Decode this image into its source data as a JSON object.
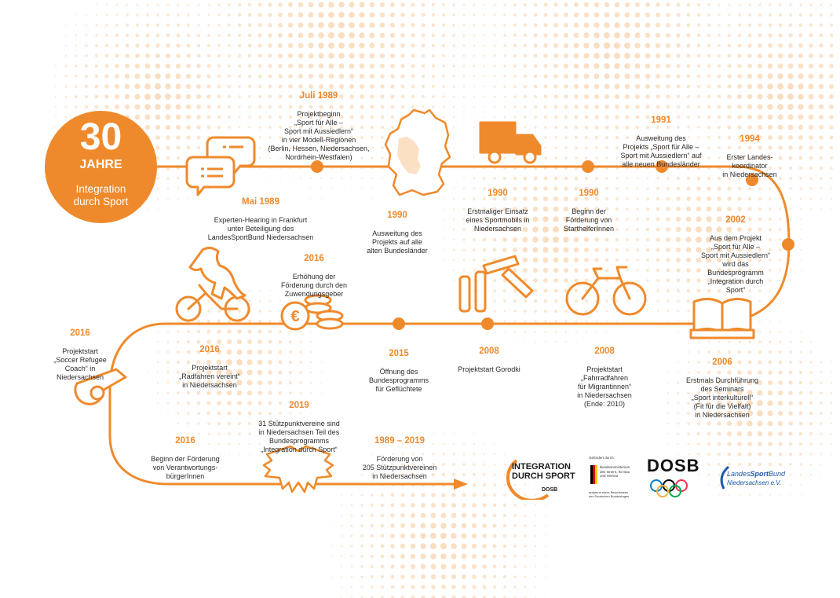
{
  "badge": {
    "number": "30",
    "unit": "JAHRE",
    "subtitle": "Integration\ndurch Sport"
  },
  "events": [
    {
      "id": "juli1989",
      "year": "Juli 1989",
      "text": "Projektbeginn\n„Sport für Alle –\nSport mit Aussiedlern“\nin vier Modell-Regionen\n(Berlin, Hessen, Niedersachsen,\nNordrhein-Westfalen)"
    },
    {
      "id": "mai1989",
      "year": "Mai 1989",
      "text": "Experten-Hearing in Frankfurt\nunter Beteiligung des\nLandesSportBund Niedersachsen"
    },
    {
      "id": "1990a",
      "year": "1990",
      "text": "Ausweitung des\nProjekts auf alle\nalten Bundesländer"
    },
    {
      "id": "1990b",
      "year": "1990",
      "text": "Erstmaliger Einsatz\neines Sportmobils in\nNiedersachsen"
    },
    {
      "id": "1990c",
      "year": "1990",
      "text": "Beginn der\nFörderung von\nStarthelferInnen"
    },
    {
      "id": "1991",
      "year": "1991",
      "text": "Ausweitung des\nProjekts „Sport für Alle –\nSport mit Aussiedlern“ auf\nalle neuen Bundesländer"
    },
    {
      "id": "1994",
      "year": "1994",
      "text": "Erster Landes-\nkoordinator\nin Niedersachsen"
    },
    {
      "id": "2002",
      "year": "2002",
      "text": "Aus dem Projekt\n„Sport für Alle –\nSport mit Aussiedlern“\nwird das\nBundesprogramm\n„Integration durch\nSport“"
    },
    {
      "id": "2006",
      "year": "2006",
      "text": "Erstmals Durchführung\ndes Seminars\n„Sport interkulturell“\n(Fit für die Vielfalt)\nin Niedersachsen"
    },
    {
      "id": "2008b",
      "year": "2008",
      "text": "Projektstart\n„Fahrradfahren\nfür Migrantinnen“\nin Niedersachsen\n(Ende: 2010)"
    },
    {
      "id": "2008a",
      "year": "2008",
      "text": "Projektstart Gorodki"
    },
    {
      "id": "2015",
      "year": "2015",
      "text": "Öffnung des\nBundesprogramms\nfür Geflüchtete"
    },
    {
      "id": "2016a",
      "year": "2016",
      "text": "Erhöhung der\nFörderung durch den\nZuwendungsgeber"
    },
    {
      "id": "2016b",
      "year": "2016",
      "text": "Projektstart\n„Radfahren vereint“\nin Niedersachsen"
    },
    {
      "id": "2016c",
      "year": "2016",
      "text": "Projektstart\n„Soccer Refugee\nCoach“ in\nNiedersachsen"
    },
    {
      "id": "2016d",
      "year": "2016",
      "text": "Beginn der Förderung\nvon Verantwortungs-\nbürgerInnen"
    },
    {
      "id": "2019",
      "year": "2019",
      "text": "31 Stützpunktvereine sind\nin Niedersachsen Teil des\nBundesprogramms\n„Integration durch Sport“"
    },
    {
      "id": "1989-2019",
      "year": "1989 – 2019",
      "text": "Förderung von\n205 Stützpunktvereinen\nin Niedersachsen"
    }
  ],
  "logos": {
    "ids_line1": "INTEGRATION",
    "ids_line2": "DURCH SPORT",
    "ids_dosb": "DOSB",
    "bmi_header": "Gefördert durch:",
    "bmi_name": "Bundesministerium\ndes Innern, für Bau\nund Heimat",
    "bmi_footer": "aufgrund eines Beschlusses\ndes Deutschen Bundestages",
    "dosb": "DOSB",
    "lsb_line1_a": "Landes",
    "lsb_line1_b": "Sport",
    "lsb_line1_c": "Bund",
    "lsb_line2": "Niedersachsen e.V."
  },
  "icons": [
    "speech-bubbles-icon",
    "germany-map-icon",
    "truck-icon",
    "horse-cyclist-icon",
    "coins-icon",
    "gorodki-icon",
    "bicycle-icon",
    "book-icon",
    "whistle-icon",
    "eagle-icon"
  ],
  "colors": {
    "accent": "#ef8a2c",
    "text": "#2b2b2b",
    "dosb_blue": "#1e5aa8"
  }
}
